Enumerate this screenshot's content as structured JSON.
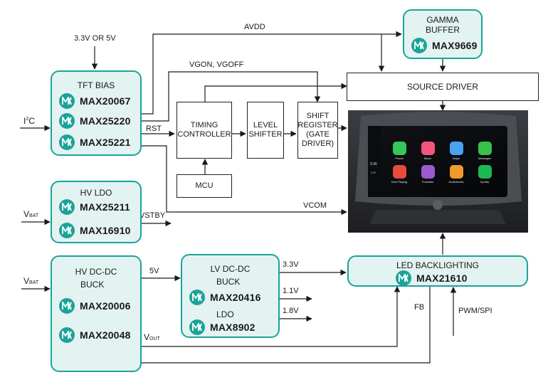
{
  "colors": {
    "accent": "#1aa39a",
    "fill": "#e3f3f1",
    "line": "#1a1a1a"
  },
  "blocks": {
    "tft_bias": {
      "title": "TFT BIAS",
      "parts": [
        "MAX20067",
        "MAX25220",
        "MAX25221"
      ]
    },
    "hv_ldo": {
      "title": "HV LDO",
      "parts": [
        "MAX25211",
        "MAX16910"
      ]
    },
    "hv_dcdc": {
      "title": "HV DC-DC",
      "sub": "BUCK",
      "parts": [
        "MAX20006",
        "MAX20048"
      ]
    },
    "lv_dcdc": {
      "title": "LV DC-DC",
      "buck_label": "BUCK",
      "ldo_label": "LDO",
      "parts": [
        "MAX20416",
        "MAX8902"
      ]
    },
    "gamma": {
      "title_line1": "GAMMA",
      "title_line2": "BUFFER",
      "part": "MAX9669"
    },
    "led": {
      "title": "LED BACKLIGHTING",
      "part": "MAX21610"
    },
    "source_driver": "SOURCE DRIVER",
    "timing": {
      "line1": "TIMING",
      "line2": "CONTROLLER"
    },
    "level": {
      "line1": "LEVEL",
      "line2": "SHIFTER"
    },
    "shift": {
      "line1": "SHIFT",
      "line2": "REGISTER",
      "line3": "(GATE",
      "line4": "DRIVER)"
    },
    "mcu": "MCU"
  },
  "signals": {
    "supply_in": "3.3V OR 5V",
    "i2c_main": "I",
    "i2c_sup": "2",
    "i2c_end": "C",
    "avdd": "AVDD",
    "vgon": "VGON, VGOFF",
    "rst": "RST",
    "vcom": "VCOM",
    "vstby": "VSTBY",
    "vbat_main": "V",
    "vbat_sub": "BAT",
    "five_v": "5V",
    "three_v": "3.3V",
    "one_one_v": "1.1V",
    "one_eight_v": "1.8V",
    "vout_main": "V",
    "vout_sub": "OUT",
    "fb": "FB",
    "pwm": "PWM/SPI"
  },
  "screen": {
    "status": {
      "time": "9:36",
      "net": "LTE"
    },
    "apps": [
      "Phone",
      "Music",
      "Maps",
      "Messages",
      "Now Playing",
      "Podcasts",
      "Audiobooks",
      "Spotify"
    ],
    "app_colors": [
      "#35c759",
      "#f2557a",
      "#4aa3f0",
      "#37c24a",
      "#e84a3c",
      "#9b59d0",
      "#f09a2b",
      "#1db954"
    ]
  }
}
